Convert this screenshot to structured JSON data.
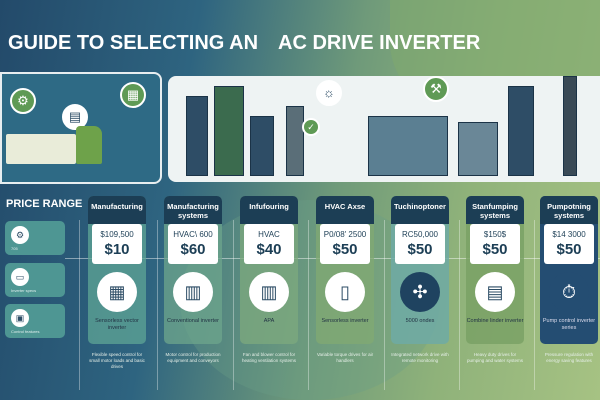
{
  "title": {
    "part1": "GUIDE TO SELECTING AN",
    "part2": "AC DRIVE INVERTER"
  },
  "price_range_label": "PRICE RANGE",
  "side_items": [
    {
      "icon": "gear-icon",
      "text": "705"
    },
    {
      "icon": "monitor-icon",
      "text": "Inverter specs"
    },
    {
      "icon": "chip-icon",
      "text": "Control features"
    }
  ],
  "cards": [
    {
      "header": "Manufacturing",
      "price": "$109,500",
      "value": "$10",
      "icon": "inverter-icon",
      "label": "Sensorless vector inverter",
      "desc": "Flexible speed control for small motor loads and basic drives"
    },
    {
      "header": "Manufacturing systems",
      "price": "HVAC\\ 600",
      "value": "$60",
      "icon": "cabinet-icon",
      "label": "Conventional inverter",
      "desc": "Motor control for production equipment and conveyors"
    },
    {
      "header": "Infufouring",
      "price": "HVAC",
      "value": "$40",
      "icon": "cabinet-icon",
      "label": "APA",
      "desc": "Fan and blower control for heating ventilation systems"
    },
    {
      "header": "HVAC Axse",
      "price": "P0/08' 2500",
      "value": "$50",
      "icon": "enclosure-icon",
      "label": "Sensorless inverter",
      "desc": "Variable torque drives for air handlers"
    },
    {
      "header": "Tuchinoptoner",
      "price": "RC50,000",
      "value": "$50",
      "icon": "network-icon",
      "label": "5000 ondes",
      "desc": "Integrated network drive with remote monitoring"
    },
    {
      "header": "Stanfumping systems",
      "price": "$150$",
      "value": "$50",
      "icon": "module-icon",
      "label": "Combine linder inverter",
      "desc": "Heavy duty drives for pumping and water systems"
    },
    {
      "header": "Pumpotning systems",
      "price": "$14 3000",
      "value": "$50",
      "icon": "timer-icon",
      "label": "Pump control inverter series",
      "desc": "Pressure regulation with energy saving features"
    }
  ]
}
